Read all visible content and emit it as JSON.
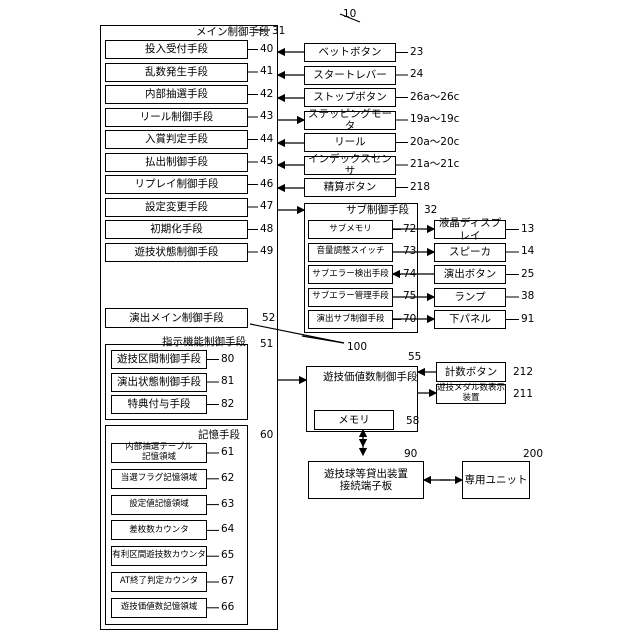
{
  "diagram": {
    "figure_ref": "10",
    "main_ctrl": {
      "title": "メイン制御手段",
      "ref": "31",
      "units": [
        {
          "label": "投入受付手段",
          "ref": "40"
        },
        {
          "label": "乱数発生手段",
          "ref": "41"
        },
        {
          "label": "内部抽選手段",
          "ref": "42"
        },
        {
          "label": "リール制御手段",
          "ref": "43"
        },
        {
          "label": "入賞判定手段",
          "ref": "44"
        },
        {
          "label": "払出制御手段",
          "ref": "45"
        },
        {
          "label": "リプレイ制御手段",
          "ref": "46"
        },
        {
          "label": "設定変更手段",
          "ref": "47"
        },
        {
          "label": "初期化手段",
          "ref": "48"
        },
        {
          "label": "遊技状態制御手段",
          "ref": "49"
        }
      ],
      "effect_main": {
        "label": "演出メイン制御手段",
        "ref": "52"
      },
      "instruction": {
        "title": "指示機能制御手段",
        "ref": "51",
        "units": [
          {
            "label": "遊技区間制御手段",
            "ref": "80"
          },
          {
            "label": "演出状態制御手段",
            "ref": "81"
          },
          {
            "label": "特典付与手段",
            "ref": "82"
          }
        ]
      },
      "storage": {
        "title": "記憶手段",
        "ref": "60",
        "units": [
          {
            "label": "内部抽選テーブル\n記憶領域",
            "ref": "61"
          },
          {
            "label": "当選フラグ記憶領域",
            "ref": "62"
          },
          {
            "label": "設定値記憶領域",
            "ref": "63"
          },
          {
            "label": "差枚数カウンタ",
            "ref": "64"
          },
          {
            "label": "有利区間遊技数カウンタ",
            "ref": "65"
          },
          {
            "label": "AT終了判定カウンタ",
            "ref": "67"
          },
          {
            "label": "遊技価値数記憶領域",
            "ref": "66"
          }
        ]
      }
    },
    "inputs": [
      {
        "label": "ベットボタン",
        "ref": "23"
      },
      {
        "label": "スタートレバー",
        "ref": "24"
      },
      {
        "label": "ストップボタン",
        "ref": "26a〜26c"
      },
      {
        "label": "ステッピングモータ",
        "ref": "19a〜19c"
      },
      {
        "label": "リール",
        "ref": "20a〜20c"
      },
      {
        "label": "インデックスセンサ",
        "ref": "21a〜21c"
      },
      {
        "label": "精算ボタン",
        "ref": "218"
      }
    ],
    "sub_ctrl": {
      "title": "サブ制御手段",
      "ref": "32",
      "units": [
        {
          "label": "サブメモリ",
          "ref": "72"
        },
        {
          "label": "音量調整スイッチ",
          "ref": "73"
        },
        {
          "label": "サブエラー検出手段",
          "ref": "74"
        },
        {
          "label": "サブエラー管理手段",
          "ref": "75"
        },
        {
          "label": "演出サブ制御手段",
          "ref": "70"
        }
      ],
      "devices": [
        {
          "label": "液晶ディスプレイ",
          "ref": "13"
        },
        {
          "label": "スピーカ",
          "ref": "14"
        },
        {
          "label": "演出ボタン",
          "ref": "25"
        },
        {
          "label": "ランプ",
          "ref": "38"
        },
        {
          "label": "下パネル",
          "ref": "91"
        }
      ]
    },
    "bus_ref": "100",
    "value_ctrl": {
      "title": "遊技価値数制御手段",
      "ref": "55",
      "memory": {
        "label": "メモリ",
        "ref": "58"
      },
      "count_button": {
        "label": "計数ボタン",
        "ref": "212"
      },
      "medal_display": {
        "label": "遊技メダル数表示装置",
        "ref": "211"
      }
    },
    "terminal": {
      "label": "遊技球等貸出装置\n接続端子板",
      "ref": "90"
    },
    "dedicated_unit": {
      "label": "専用ユニット",
      "ref": "200"
    }
  }
}
